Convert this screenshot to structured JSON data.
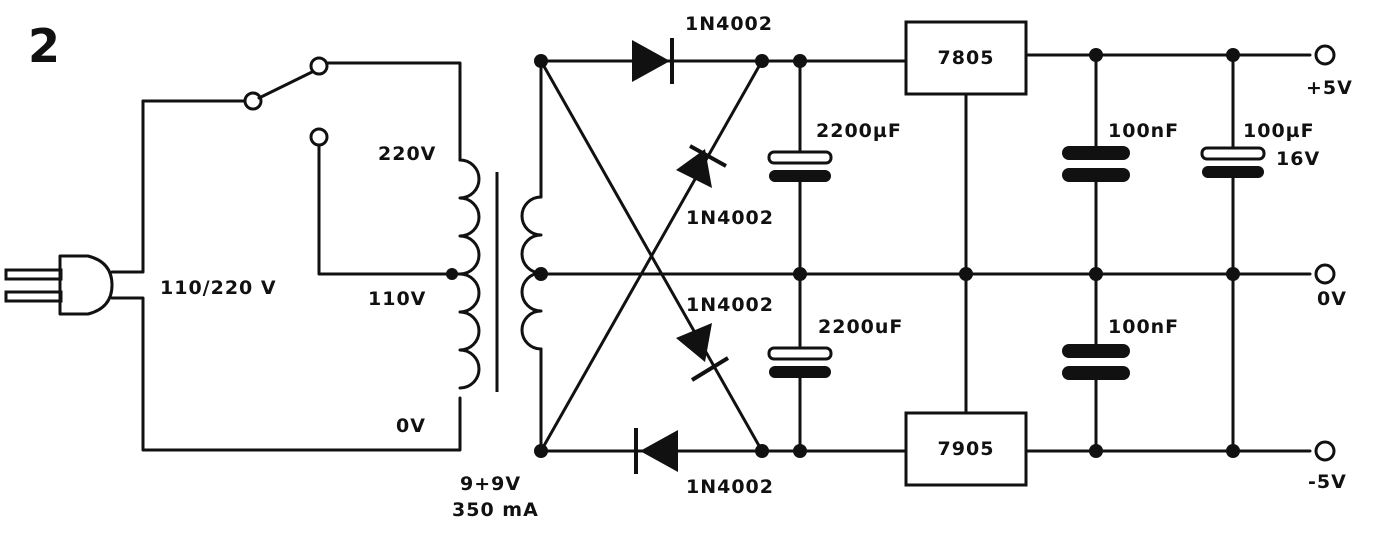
{
  "figure": {
    "number": "2"
  },
  "mains": {
    "voltage_label": "110/220 V"
  },
  "transformer": {
    "tap_220": "220V",
    "tap_110": "110V",
    "tap_0": "0V",
    "secondary_label_1": "9+9V",
    "secondary_label_2": "350 mA"
  },
  "diodes": {
    "d1": "1N4002",
    "d2": "1N4002",
    "d3": "1N4002",
    "d4": "1N4002"
  },
  "capacitors": {
    "c1": "2200µF",
    "c2": "2200uF",
    "c3": "100nF",
    "c4": "100nF",
    "c5_value": "100µF",
    "c5_voltage": "16V"
  },
  "regulators": {
    "positive": "7805",
    "negative": "7905"
  },
  "outputs": {
    "plus": "+5V",
    "zero": "0V",
    "minus": "-5V"
  }
}
